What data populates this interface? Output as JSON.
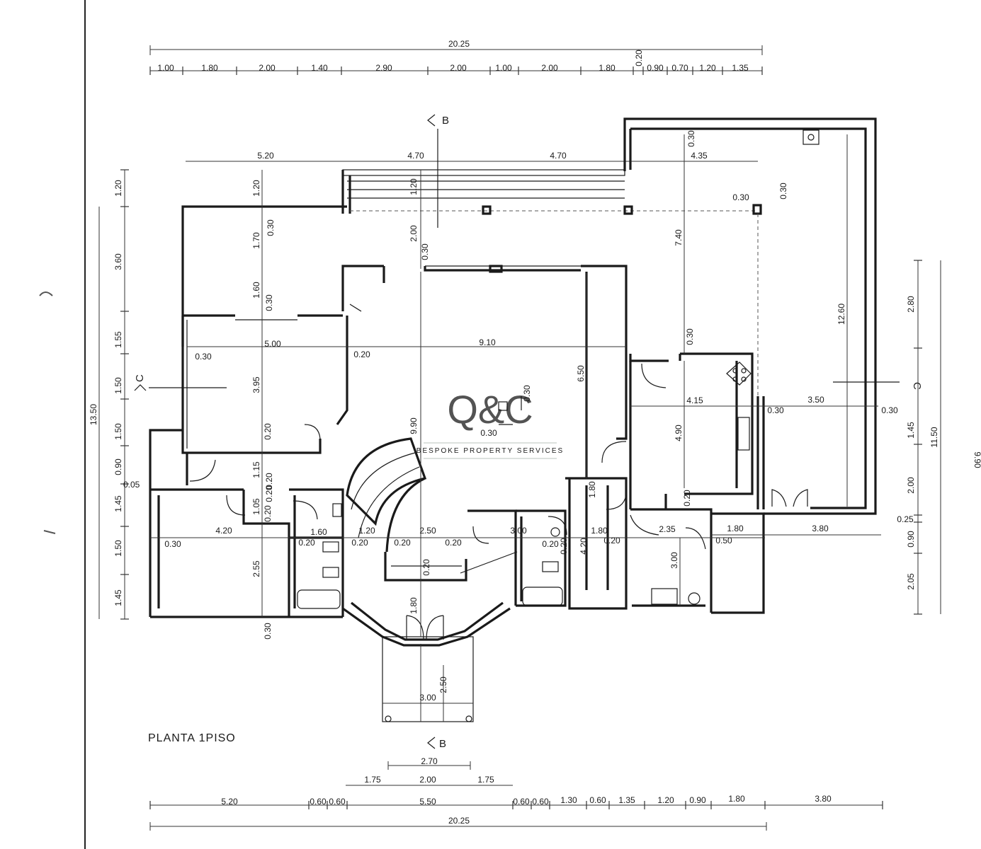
{
  "plan_title": "PLANTA  1PISO",
  "watermark": {
    "logo": "Q&C",
    "tagline": "BESPOKE PROPERTY SERVICES"
  },
  "section_marks": {
    "b_top": "B",
    "b_bottom": "B",
    "c_left": "C",
    "c_right": "C"
  },
  "top_dims": {
    "total": "20.25",
    "chain": [
      "1.00",
      "1.80",
      "2.00",
      "1.40",
      "2.90",
      "2.00",
      "1.00",
      "2.00",
      "1.80",
      "0.20",
      "0.90",
      "0.70",
      "1.20",
      "1.35"
    ],
    "row2": [
      "5.20",
      "4.70",
      "4.70",
      "4.35"
    ]
  },
  "bottom_dims": {
    "entry": "2.70",
    "row1": [
      "1.75",
      "2.00",
      "1.75"
    ],
    "row2": [
      "5.20",
      "0.60",
      "0.60",
      "5.50",
      "0.60",
      "0.60",
      "1.30",
      "0.60",
      "1.35",
      "1.20",
      "0.90",
      "1.80",
      "3.80"
    ],
    "total": "20.25"
  },
  "left_dims": {
    "total": "13.50",
    "chain": [
      "1.20",
      "3.60",
      "1.55",
      "1.50",
      "1.50",
      "0.90",
      "1.45",
      "1.50",
      "1.45"
    ],
    "offset": "0.05"
  },
  "right_dims": {
    "total": "11.50",
    "chain": [
      "2.80",
      "1.45",
      "2.00",
      "0.25",
      "0.90",
      "2.05"
    ],
    "edge": "9.90"
  },
  "interior_dims": [
    "1.20",
    "1.70",
    "0.30",
    "1.60",
    "0.30",
    "5.00",
    "0.30",
    "0.20",
    "3.95",
    "0.20",
    "1.20",
    "2.00",
    "0.30",
    "9.10",
    "9.90",
    "0.30",
    "0.30",
    "6.50",
    "0.30",
    "7.40",
    "0.30",
    "0.30",
    "12.60",
    "0.30",
    "4.15",
    "4.90",
    "0.30",
    "3.50",
    "0.30",
    "1.15",
    "0.20",
    "1.05",
    "0.20",
    "0.20",
    "4.20",
    "0.30",
    "2.55",
    "0.30",
    "1.60",
    "0.20",
    "0.20",
    "1.20",
    "0.20",
    "2.50",
    "0.20",
    "0.20",
    "3.00",
    "0.20",
    "1.80",
    "4.20",
    "0.20",
    "1.80",
    "0.20",
    "2.35",
    "0.50",
    "1.80",
    "3.80",
    "3.00",
    "0.20",
    "1.80",
    "3.00",
    "2.50"
  ]
}
